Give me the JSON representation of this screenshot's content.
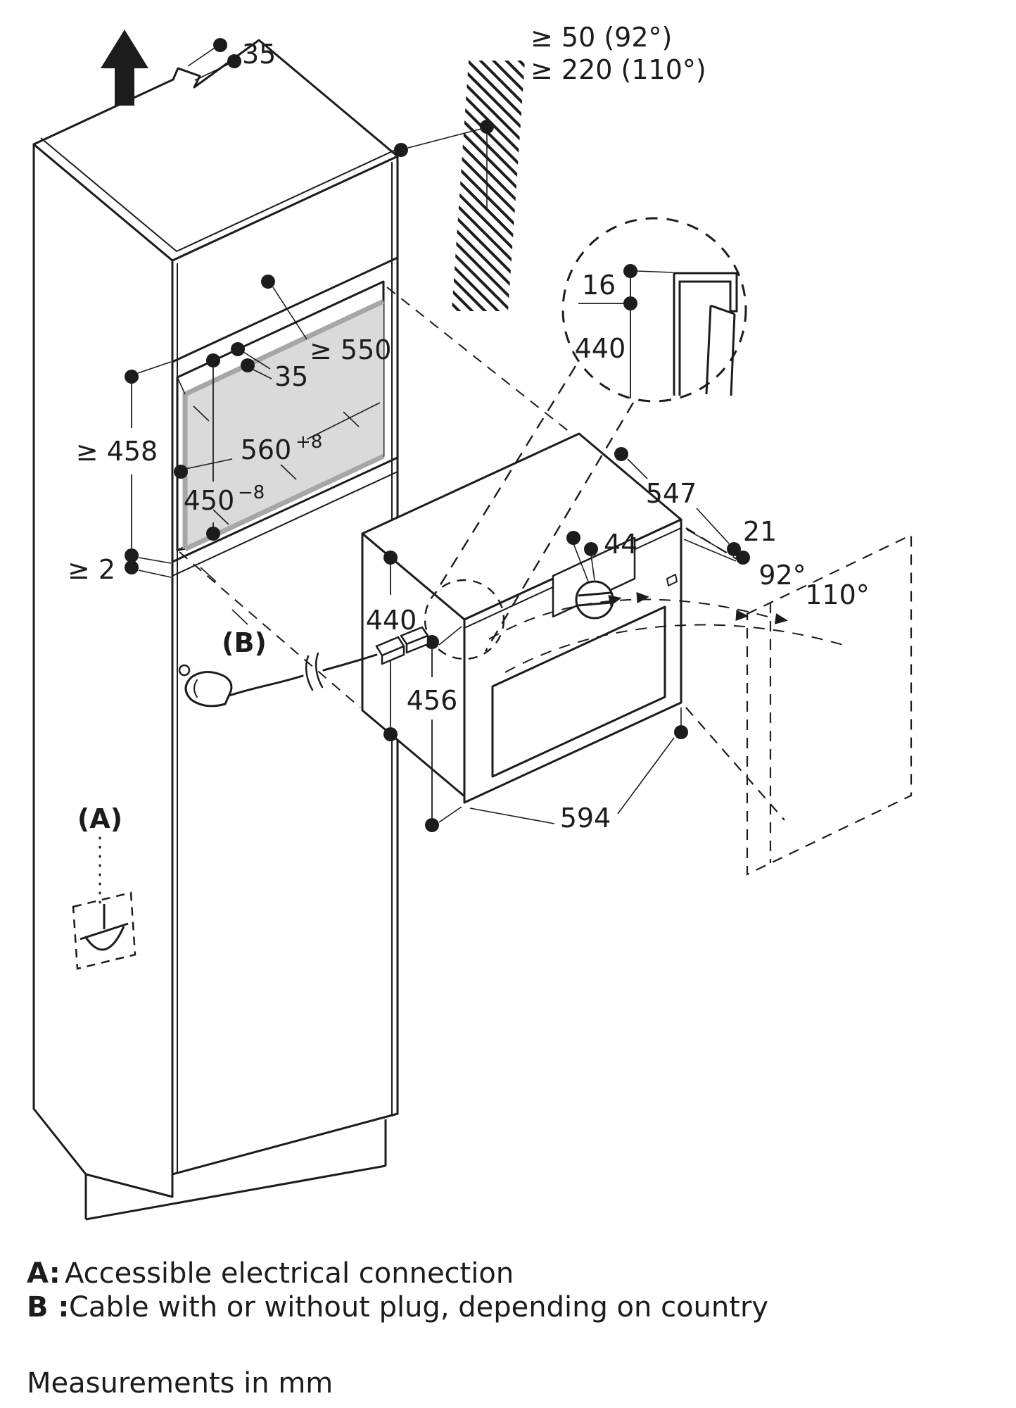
{
  "colors": {
    "line": "#1c1c1c",
    "niche_fill": "#dadada",
    "niche_band": "#a6a6a6"
  },
  "annotations": {
    "top_bracket": "35",
    "wall_clearance_92": "≥ 50 (92°)",
    "wall_clearance_110": "≥ 220 (110°)",
    "detail_lip": "16",
    "detail_height": "440",
    "niche_depth": "≥ 550",
    "niche_recess": "35",
    "niche_width": "560",
    "niche_width_tol": "+8",
    "niche_height": "450",
    "niche_height_tol": "−8",
    "niche_clearance": "≥ 458",
    "bottom_gap": "≥ 2",
    "oven_depth": "547",
    "door_offset": "21",
    "opening_angle_92": "92°",
    "opening_angle_110": "110°",
    "knob_depth": "44",
    "oven_height": "440",
    "door_height": "456",
    "oven_width": "594",
    "callout_a": "(A)",
    "callout_b": "(B)"
  },
  "legend": {
    "a_key": "A:",
    "a_text": "Accessible electrical connection",
    "b_key": "B :",
    "b_text": "Cable with or without plug, depending on country",
    "note": "Measurements in mm"
  }
}
